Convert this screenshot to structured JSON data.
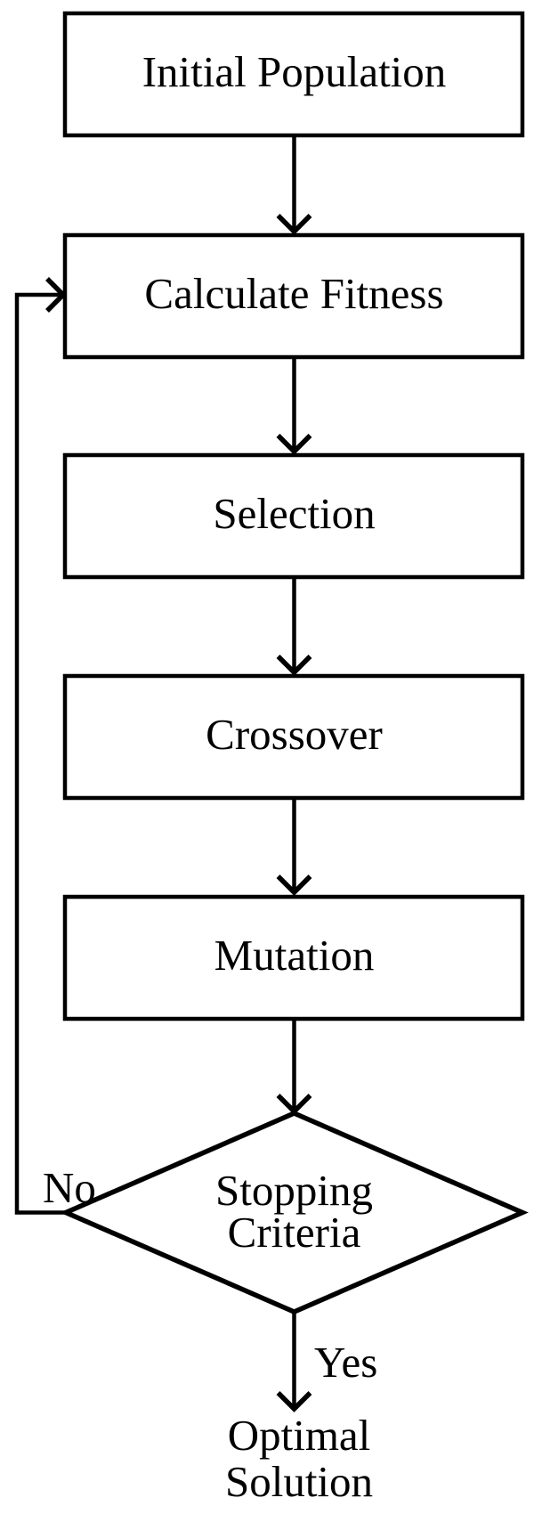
{
  "figure": {
    "type": "flowchart",
    "background_color": "#ffffff",
    "line_color": "#000000",
    "text_color": "#000000",
    "nodes": [
      {
        "id": "initial-population",
        "shape": "rectangle",
        "label": "Initial Population"
      },
      {
        "id": "calculate-fitness",
        "shape": "rectangle",
        "label": "Calculate Fitness"
      },
      {
        "id": "selection",
        "shape": "rectangle",
        "label": "Selection"
      },
      {
        "id": "crossover",
        "shape": "rectangle",
        "label": "Crossover"
      },
      {
        "id": "mutation",
        "shape": "rectangle",
        "label": "Mutation"
      },
      {
        "id": "stopping-criteria",
        "shape": "diamond",
        "label": "Stopping Criteria",
        "lines": [
          "Stopping",
          "Criteria"
        ]
      },
      {
        "id": "optimal-solution",
        "shape": "text",
        "label": "Optimal Solution",
        "lines": [
          "Optimal",
          "Solution"
        ]
      }
    ],
    "edges": [
      {
        "from": "initial-population",
        "to": "calculate-fitness",
        "label": ""
      },
      {
        "from": "calculate-fitness",
        "to": "selection",
        "label": ""
      },
      {
        "from": "selection",
        "to": "crossover",
        "label": ""
      },
      {
        "from": "crossover",
        "to": "mutation",
        "label": ""
      },
      {
        "from": "mutation",
        "to": "stopping-criteria",
        "label": ""
      },
      {
        "from": "stopping-criteria",
        "to": "calculate-fitness",
        "label": "No"
      },
      {
        "from": "stopping-criteria",
        "to": "optimal-solution",
        "label": "Yes"
      }
    ]
  }
}
